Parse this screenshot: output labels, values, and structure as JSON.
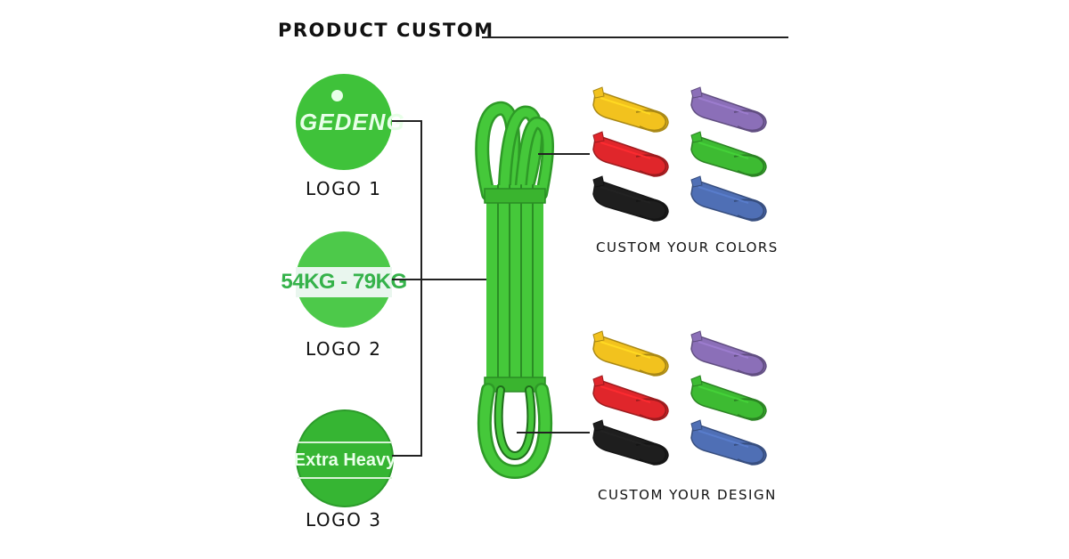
{
  "header": {
    "title": "PRODUCT CUSTOM"
  },
  "logos": [
    {
      "label": "LOGO 1",
      "imprint": "GEDENG"
    },
    {
      "label": "LOGO 2",
      "imprint": "54KG - 79KG"
    },
    {
      "label": "LOGO 3",
      "imprint": "Extra Heavy"
    }
  ],
  "sections": {
    "colors_label": "CUSTOM YOUR COLORS",
    "design_label": "CUSTOM YOUR DESIGN"
  },
  "band_colors": [
    {
      "name": "yellow",
      "color": "#f2c21e"
    },
    {
      "name": "purple",
      "color": "#8b6fb8"
    },
    {
      "name": "red",
      "color": "#e0262b"
    },
    {
      "name": "green",
      "color": "#3dbb32"
    },
    {
      "name": "black",
      "color": "#1e1e1e"
    },
    {
      "name": "blue",
      "color": "#4f6fb5"
    }
  ],
  "main_band_color": "#45c83a"
}
